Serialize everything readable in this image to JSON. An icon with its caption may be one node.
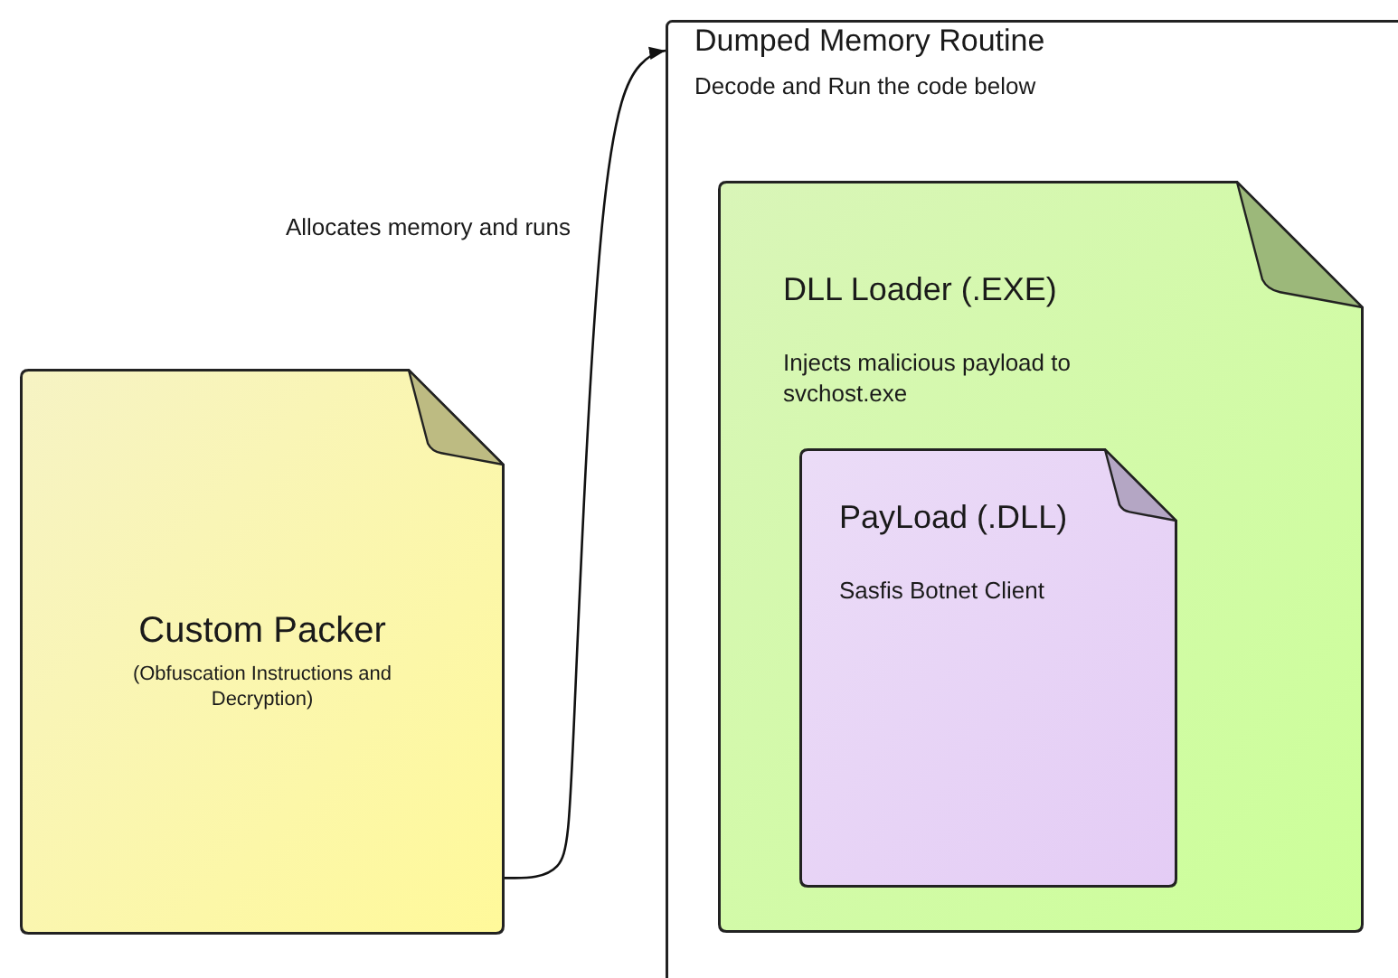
{
  "diagram": {
    "nodes": [
      {
        "text": [
          "Custom Packer",
          "(Obfuscation Instructions and Decryption)"
        ]
      },
      {
        "text": [
          "Dumped Memory Routine",
          "Decode and Run the code below"
        ]
      },
      {
        "text": [
          "DLL Loader (.EXE)",
          "Injects malicious payload to svchost.exe"
        ],
        "in": 1
      },
      {
        "text": [
          "PayLoad (.DLL)",
          "Sasfis Botnet Client"
        ],
        "in": 2
      }
    ],
    "edges": [
      {
        "from": 0,
        "to": 1,
        "arrow": "to",
        "label": "Allocates memory and runs"
      }
    ]
  }
}
